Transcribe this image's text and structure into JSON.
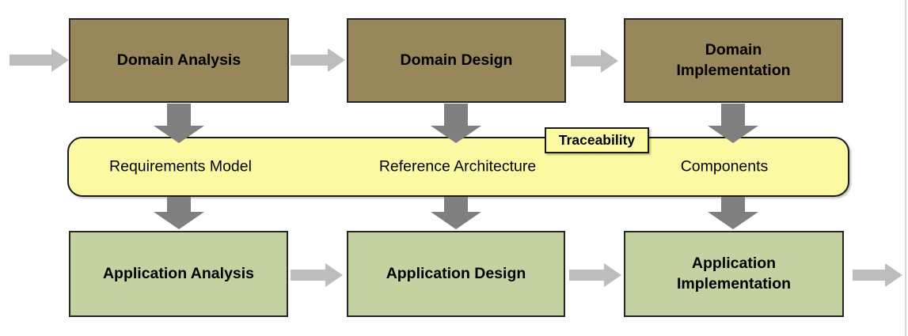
{
  "colors": {
    "domain-fill": "#97875A",
    "domain-border": "#262626",
    "application-fill": "#C3D2A0",
    "application-border": "#262626",
    "band-fill": "#FBFAA3",
    "band-border": "#1A1A1A",
    "arrow-horizontal": "#BDBDBD",
    "arrow-vertical": "#7F7F7F",
    "text": "#000000",
    "edge-line": "#D9D9D9"
  },
  "diagram": {
    "top_row": [
      {
        "label": "Domain Analysis"
      },
      {
        "label": "Domain Design"
      },
      {
        "label": "Domain\nImplementation"
      }
    ],
    "middle_band": {
      "tag_label": "Traceability",
      "artifacts": [
        "Requirements Model",
        "Reference Architecture",
        "Components"
      ]
    },
    "bottom_row": [
      {
        "label": "Application Analysis"
      },
      {
        "label": "Application Design"
      },
      {
        "label": "Application\nImplementation"
      }
    ]
  }
}
